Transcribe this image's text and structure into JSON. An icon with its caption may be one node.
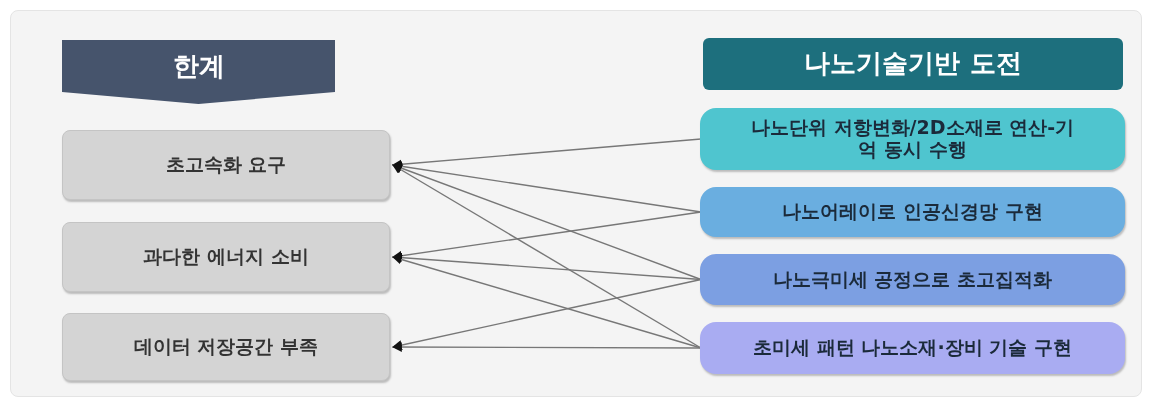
{
  "diagram": {
    "nodes": [
      {
        "text": [
          "한계"
        ]
      },
      {
        "text": [
          "나노기술기반 도전"
        ]
      },
      {
        "text": [
          "초고속화 요구"
        ]
      },
      {
        "text": [
          "과다한 에너지 소비"
        ]
      },
      {
        "text": [
          "데이터 저장공간 부족"
        ]
      },
      {
        "text": [
          "나노단위 저항변화/2D소재로 연산-기억 동시 수행"
        ]
      },
      {
        "text": [
          "나노어레이로 인공신경망 구현"
        ]
      },
      {
        "text": [
          "나노극미세 공정으로 초고집적화"
        ]
      },
      {
        "text": [
          "초미세 패턴 나노소재·장비 기술 구현"
        ]
      }
    ],
    "edges": [
      {
        "from": 5,
        "to": 2,
        "arrow": "to"
      },
      {
        "from": 6,
        "to": 2,
        "arrow": "to"
      },
      {
        "from": 7,
        "to": 2,
        "arrow": "to"
      },
      {
        "from": 8,
        "to": 2,
        "arrow": "to"
      },
      {
        "from": 6,
        "to": 3,
        "arrow": "to"
      },
      {
        "from": 7,
        "to": 3,
        "arrow": "to"
      },
      {
        "from": 8,
        "to": 3,
        "arrow": "to"
      },
      {
        "from": 7,
        "to": 4,
        "arrow": "to"
      },
      {
        "from": 8,
        "to": 4,
        "arrow": "to"
      }
    ]
  }
}
